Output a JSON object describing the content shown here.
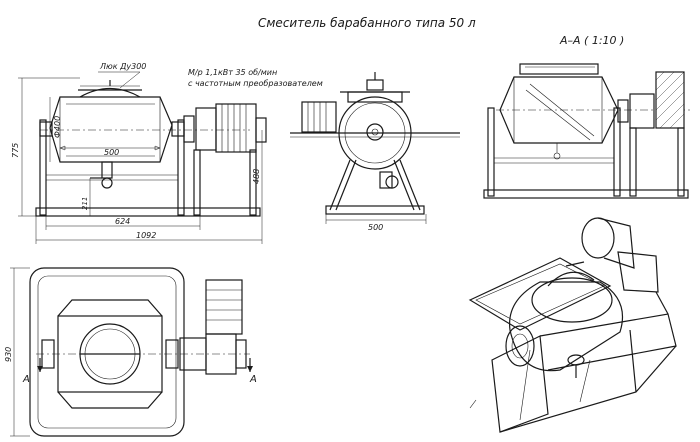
{
  "title": "Смеситель барабанного типа 50 л",
  "section_label": "А–А ( 1:10 )",
  "front_view": {
    "hatch_label": "Люк Ду300",
    "motor_note_line1": "М/р 1,1кВт 35 об/мин",
    "motor_note_line2": "с частотным преобразователем",
    "dim_diameter": "Ф400",
    "dim_drum_length": "500",
    "dim_outlet_height": "211",
    "dim_base_inner": "624",
    "dim_overall_length": "1092",
    "dim_overall_height": "775",
    "dim_axis_height": "488"
  },
  "side_view": {
    "dim_base_width": "500"
  },
  "top_view": {
    "dim_width": "930",
    "section_mark_left": "А",
    "section_mark_right": "А"
  },
  "colors": {
    "line": "#1a1a1a",
    "background": "#ffffff"
  }
}
